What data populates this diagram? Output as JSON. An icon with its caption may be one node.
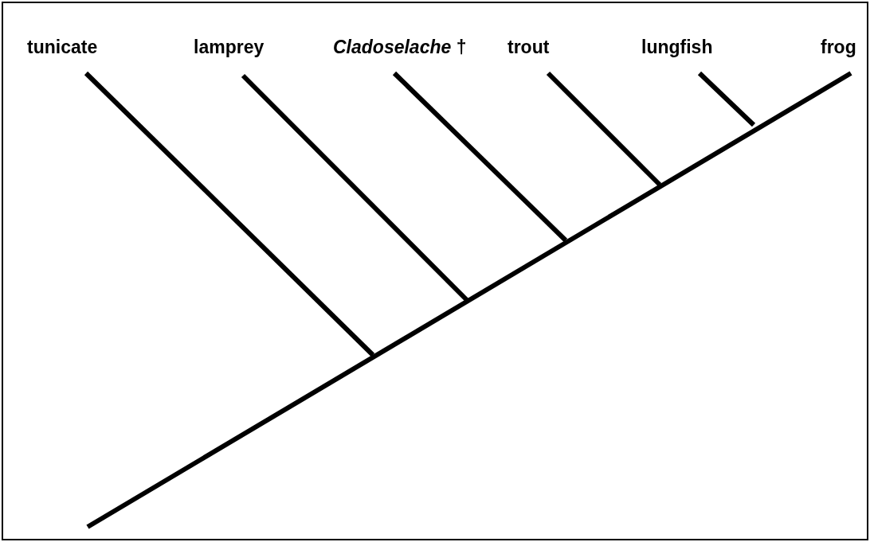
{
  "diagram": {
    "nodes": [
      {
        "text": [
          "tunicate"
        ]
      },
      {
        "text": [
          "lamprey"
        ]
      },
      {
        "text": [
          "*Cladoselache* †"
        ]
      },
      {
        "text": [
          "trout"
        ]
      },
      {
        "text": [
          "lungfish"
        ]
      },
      {
        "text": [
          "frog"
        ]
      }
    ],
    "edges": [
      {
        "from": 0,
        "to": null,
        "arrow": "none"
      },
      {
        "from": 1,
        "to": null,
        "arrow": "none"
      },
      {
        "from": 2,
        "to": null,
        "arrow": "none"
      },
      {
        "from": 3,
        "to": null,
        "arrow": "none"
      },
      {
        "from": 4,
        "to": null,
        "arrow": "none"
      },
      {
        "from": 5,
        "to": null,
        "arrow": "none"
      }
    ]
  }
}
